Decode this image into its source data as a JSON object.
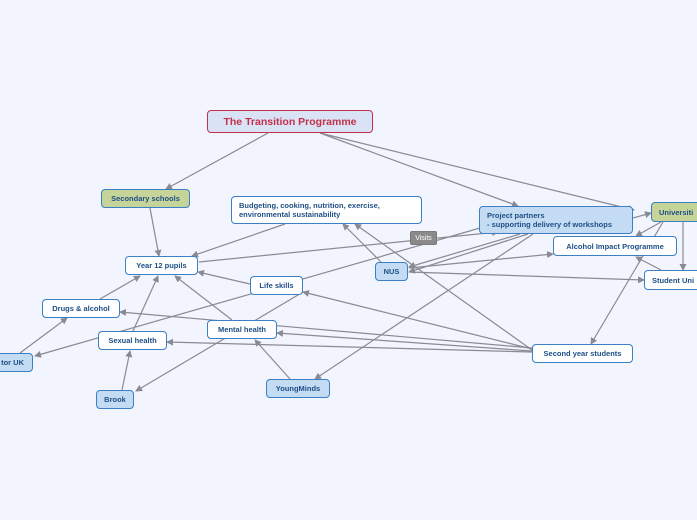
{
  "title": "The Transition Programme",
  "nodes": {
    "secondary_schools": "Secondary schools",
    "year12": "Year 12 pupils",
    "budgeting_line1": "Budgeting, cooking, nutrition, exercise,",
    "budgeting_line2": "environmental sustainability",
    "project_partners_line1": "Project partners",
    "project_partners_line2": "- supporting delivery of workshops",
    "universities": "Universiti",
    "visits": "Visits",
    "nus": "NUS",
    "alcohol_impact": "Alcohol Impact Programme",
    "student_unions": "Student Uni",
    "life_skills": "Life skills",
    "drugs_alcohol": "Drugs & alcohol",
    "mental_health": "Mental health",
    "sexual_health": "Sexual health",
    "second_year": "Second year students",
    "tor_uk": "tor UK",
    "brook": "Brook",
    "youngminds": "YoungMinds"
  },
  "colors": {
    "background": "#f2f5fd",
    "edge": "#8a8a95",
    "node_border": "#3b7fc4",
    "title_color": "#c2304a"
  }
}
